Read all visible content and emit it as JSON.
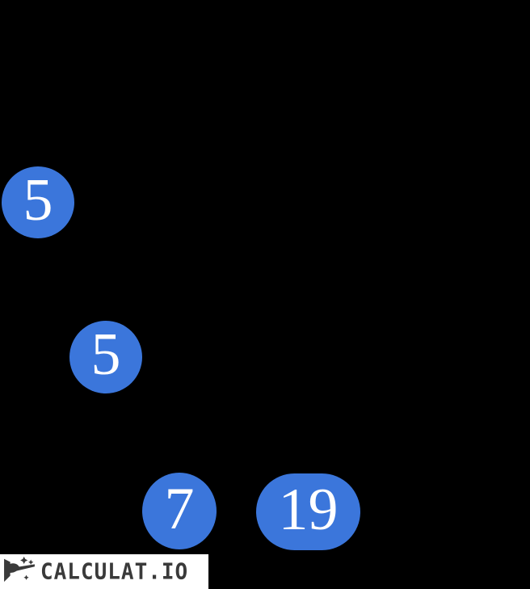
{
  "diagram": {
    "type": "binary-tree-visualization",
    "background_color": "#000000",
    "node_fill_color": "#3B76DB",
    "node_text_color": "#FFFFFF",
    "values": [
      5,
      5,
      7,
      19
    ],
    "nodes": [
      {
        "id": "node-1",
        "label": "5",
        "shape": "circle"
      },
      {
        "id": "node-2",
        "label": "5",
        "shape": "circle"
      },
      {
        "id": "node-3",
        "label": "7",
        "shape": "circle"
      },
      {
        "id": "node-4",
        "label": "19",
        "shape": "pill"
      }
    ]
  },
  "watermark": {
    "brand": "CALCULAT.IO",
    "icon": "bird-on-broom-icon",
    "background_color": "#FFFFFF",
    "text_color": "#3A3A3A"
  }
}
